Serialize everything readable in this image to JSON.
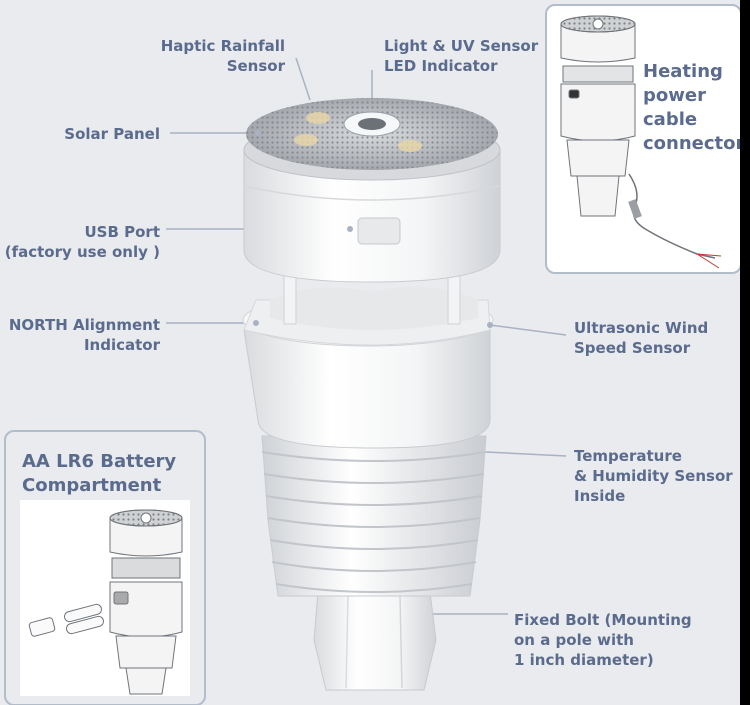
{
  "labels": {
    "haptic_rainfall": [
      "Haptic Rainfall",
      "Sensor"
    ],
    "light_uv": [
      "Light & UV Sensor",
      "LED Indicator"
    ],
    "solar_panel": [
      "Solar Panel"
    ],
    "usb_port": [
      "USB Port",
      "(factory use only )"
    ],
    "north_alignment": [
      "NORTH Alignment",
      "Indicator"
    ],
    "ultrasonic_wind": [
      "Ultrasonic Wind",
      "Speed Sensor"
    ],
    "temperature_humidity": [
      "Temperature",
      "& Humidity Sensor",
      "Inside"
    ],
    "fixed_bolt": [
      "Fixed Bolt (Mounting",
      "on a pole with",
      "1 inch diameter)"
    ]
  },
  "insets": {
    "heating": {
      "title": [
        "Heating",
        "power",
        "cable",
        "connector"
      ]
    },
    "battery": {
      "title": [
        "AA LR6 Battery",
        "Compartment"
      ]
    }
  },
  "colors": {
    "label_text": "#5b6b8d",
    "leader_line": "#a9b2c2",
    "background": "#e9ebee",
    "device_white": "#f7f7f7",
    "panel_border": "#b3bccb"
  }
}
